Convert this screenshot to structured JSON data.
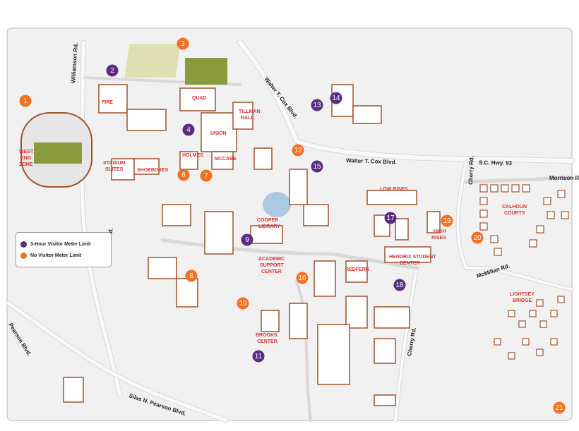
{
  "colors": {
    "meter_3h": "#5b2c83",
    "no_meter": "#f37021",
    "building_roof": "#ffffff",
    "building_wall": "#a0522d",
    "label_red": "#d93434",
    "field_green": "#8a9a3c",
    "water": "#9bbfe0"
  },
  "legend": {
    "meter_3h_label": "3-Hour Visitor Meter Limit",
    "no_meter_label": "No Visitor Meter Limit"
  },
  "buildings": {
    "fire": "FIRE",
    "quad": "QUAD",
    "union": "UNION",
    "tillman_hall": [
      "TILLMAN",
      "HALL"
    ],
    "west_end_zone": [
      "WEST",
      "END",
      "ZONE"
    ],
    "stadium_suites": [
      "STADIUM",
      "SUITES"
    ],
    "shoeboxes": "SHOEBOXES",
    "holmes": "HOLMES",
    "mccabe": "MCCABE",
    "low_rises": "LOW RISES",
    "calhoun_courts": [
      "CALHOUN",
      "COURTS"
    ],
    "cooper_library": [
      "COOPER",
      "LIBRARY"
    ],
    "high_rises": [
      "HIGH",
      "RISES"
    ],
    "hendrix": [
      "HENDRIX STUDENT",
      "CENTER"
    ],
    "academic_support": [
      "ACADEMIC",
      "SUPPORT",
      "CENTER"
    ],
    "redfern": "REDFERN",
    "lightsey_bridge": [
      "LIGHTSEY",
      "BRIDGE"
    ],
    "brooks_center": [
      "BROOKS",
      "CENTER"
    ]
  },
  "roads": {
    "williamson_top": "Williamson Rd.",
    "williamson_left": "Williamson Rd.",
    "walter_cox_north": "Walter T. Cox Blvd.",
    "walter_cox_east": "Walter T. Cox Blvd.",
    "sc_hwy_93": "S.C. Hwy. 93",
    "cherry_top": "Cherry Rd.",
    "cherry_bottom": "Cherry Rd.",
    "morrison": "Morrison Rd.",
    "mcmillan": "McMillan Rd.",
    "silas_pearson": "Silas N. Pearson Blvd.",
    "pearson_left": "Pearson Blvd."
  },
  "markers": [
    {
      "n": "1",
      "type": "no_meter"
    },
    {
      "n": "2",
      "type": "meter_3h"
    },
    {
      "n": "3",
      "type": "no_meter"
    },
    {
      "n": "4",
      "type": "meter_3h"
    },
    {
      "n": "6",
      "type": "no_meter"
    },
    {
      "n": "7",
      "type": "no_meter"
    },
    {
      "n": "8",
      "type": "no_meter"
    },
    {
      "n": "9",
      "type": "meter_3h"
    },
    {
      "n": "10",
      "type": "no_meter"
    },
    {
      "n": "11",
      "type": "meter_3h"
    },
    {
      "n": "12",
      "type": "no_meter"
    },
    {
      "n": "13",
      "type": "meter_3h"
    },
    {
      "n": "14",
      "type": "meter_3h"
    },
    {
      "n": "15",
      "type": "meter_3h"
    },
    {
      "n": "16",
      "type": "no_meter"
    },
    {
      "n": "17",
      "type": "meter_3h"
    },
    {
      "n": "18",
      "type": "meter_3h"
    },
    {
      "n": "19",
      "type": "no_meter"
    },
    {
      "n": "20",
      "type": "no_meter"
    },
    {
      "n": "21",
      "type": "no_meter"
    }
  ]
}
